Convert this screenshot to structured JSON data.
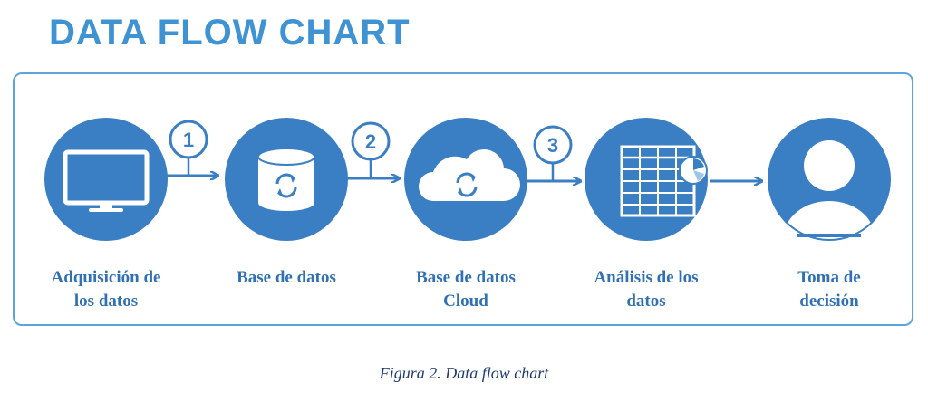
{
  "title": "DATA FLOW CHART",
  "colors": {
    "primary": "#3a7fc4",
    "accent": "#5ea4db",
    "title": "#3f93d3",
    "caption": "#1f3a78"
  },
  "nodes": [
    {
      "label_line1": "Adquisición de",
      "label_line2": "los datos",
      "icon": "monitor-icon"
    },
    {
      "label_line1": "Base de datos",
      "label_line2": "",
      "icon": "database-sync-icon"
    },
    {
      "label_line1": "Base de datos",
      "label_line2": "Cloud",
      "icon": "cloud-sync-icon"
    },
    {
      "label_line1": "Análisis de los",
      "label_line2": "datos",
      "icon": "spreadsheet-chart-icon"
    },
    {
      "label_line1": "Toma de",
      "label_line2": "decisión",
      "icon": "user-icon"
    }
  ],
  "steps": [
    "1",
    "2",
    "3"
  ],
  "caption": "Figura 2. Data flow chart"
}
